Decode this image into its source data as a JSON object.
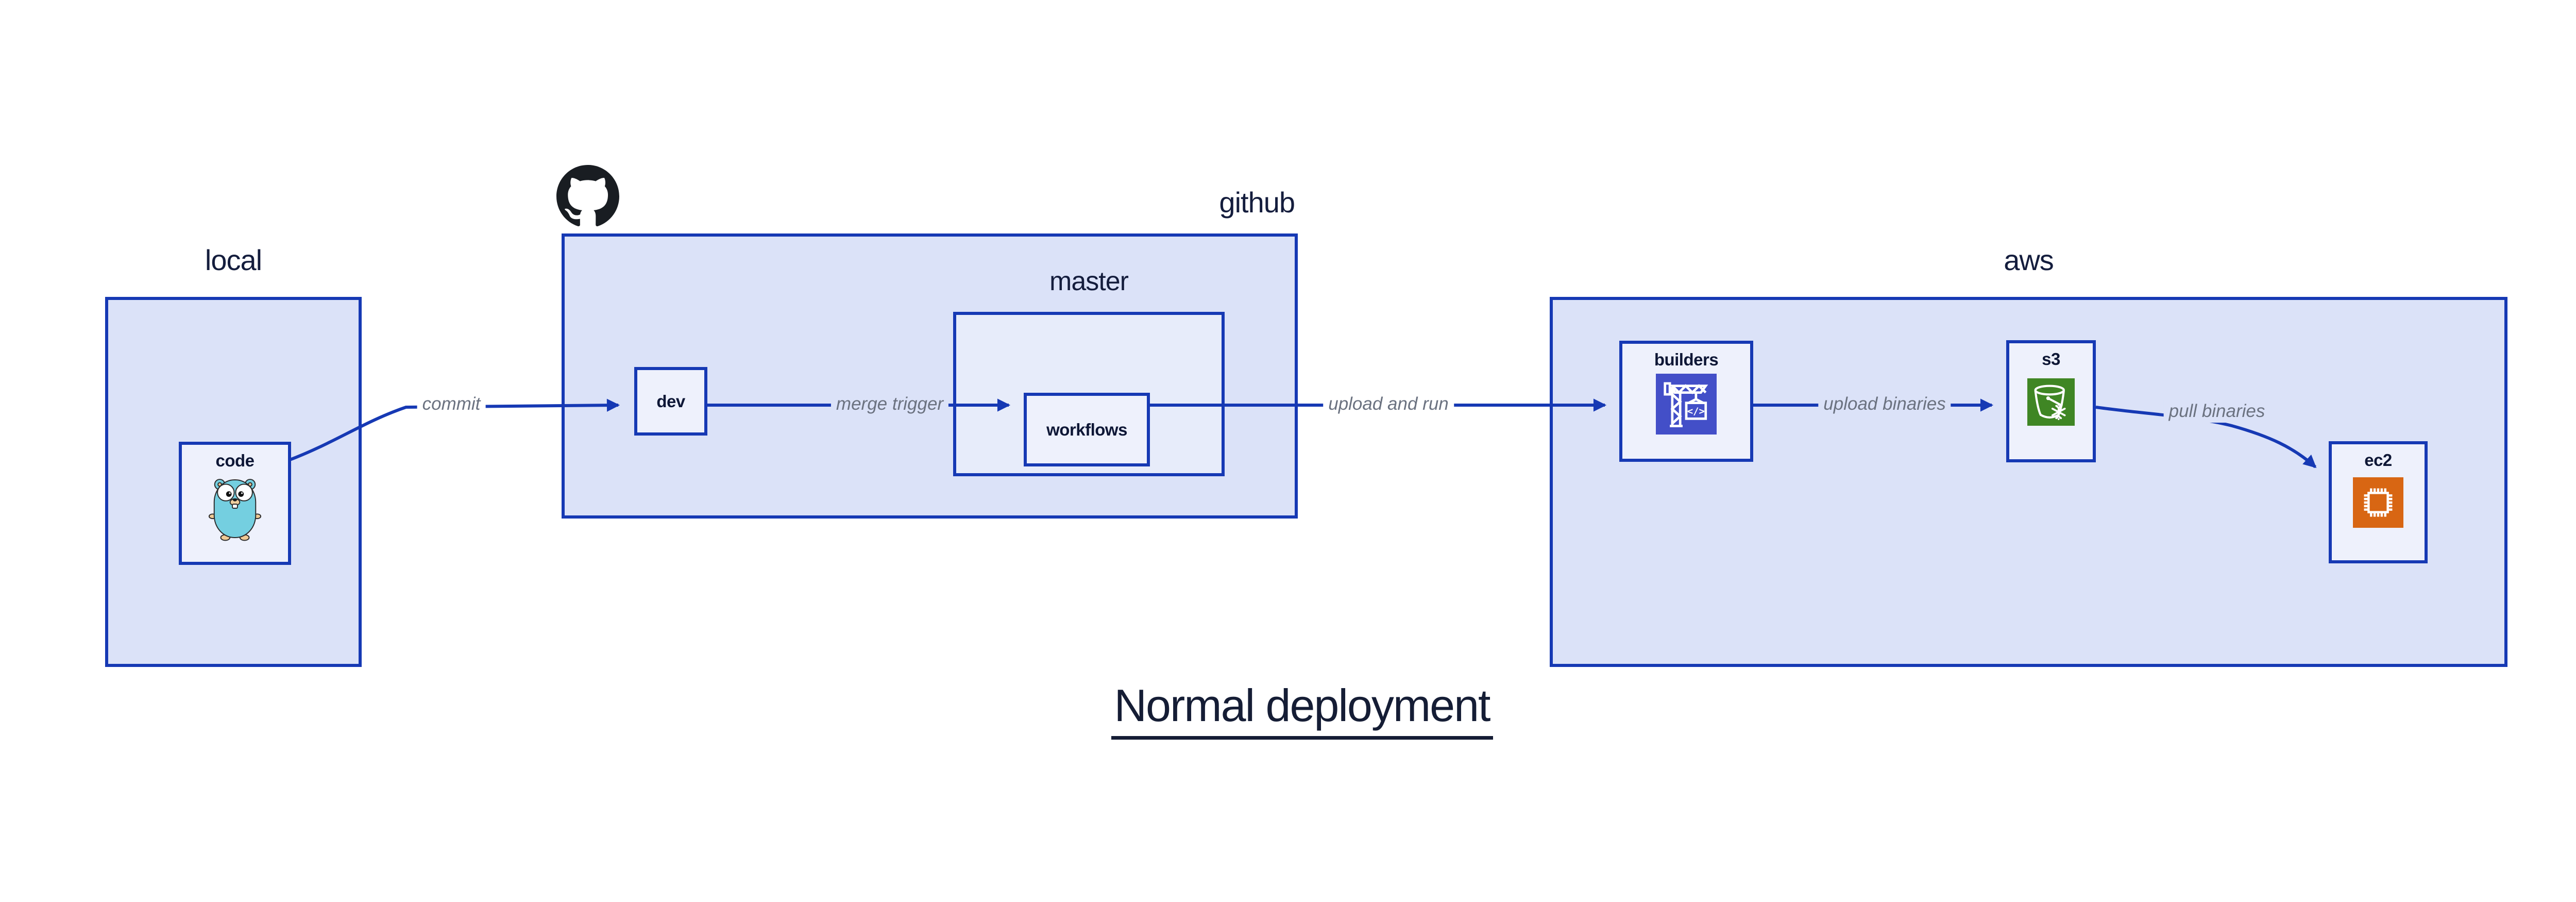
{
  "title": {
    "text": "Normal deployment"
  },
  "containers": {
    "local": {
      "label": "local"
    },
    "github": {
      "label": "github"
    },
    "master": {
      "label": "master"
    },
    "aws": {
      "label": "aws"
    }
  },
  "nodes": {
    "code": {
      "label": "code",
      "icon": "go-gopher-icon"
    },
    "dev": {
      "label": "dev"
    },
    "workflows": {
      "label": "workflows"
    },
    "builders": {
      "label": "builders",
      "icon": "aws-codebuild-crane-icon",
      "icon_glyph": "</>"
    },
    "s3": {
      "label": "s3",
      "icon": "aws-s3-bucket-snowflake-icon"
    },
    "ec2": {
      "label": "ec2",
      "icon": "aws-ec2-chip-icon"
    }
  },
  "edges": {
    "commit": {
      "label": "commit",
      "from": "code",
      "to": "dev"
    },
    "merge_trigger": {
      "label": "merge trigger",
      "from": "dev",
      "to": "workflows"
    },
    "upload_and_run": {
      "label": "upload and run",
      "from": "workflows",
      "to": "builders"
    },
    "upload_binaries": {
      "label": "upload binaries",
      "from": "builders",
      "to": "s3"
    },
    "pull_binaries": {
      "label": "pull binaries",
      "from": "s3",
      "to": "ec2"
    }
  },
  "logo": {
    "name": "github-octocat"
  },
  "colors": {
    "accent_blue": "#1639b4",
    "container_fill": "#dbe2f8",
    "nested_container_fill": "#e7ecfa",
    "node_fill": "#eef1fc",
    "dark_text": "#141d3d",
    "edge_label_gray": "#6b7280",
    "github_logo_black": "#191d22",
    "builders_icon_bg": "#434fc8",
    "s3_icon_bg": "#3f8624",
    "ec2_icon_bg": "#d86613",
    "gopher_teal": "#74cfe0"
  }
}
